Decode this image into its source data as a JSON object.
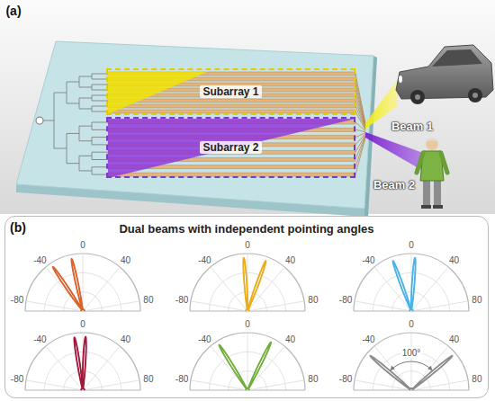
{
  "diagram": {
    "nodes": [
      {
        "text": [
          "Subarray 1"
        ]
      },
      {
        "text": [
          "Subarray 2"
        ]
      },
      {
        "text": [
          "Dual beams with independent pointing angles"
        ]
      }
    ],
    "labels": [
      "(a)",
      "Beam 1",
      "Beam 2",
      "(b)",
      "-80",
      "-40",
      "0",
      "40",
      "80",
      "-80",
      "-40",
      "0",
      "40",
      "80",
      "-80",
      "-40",
      "0",
      "40",
      "80",
      "-80",
      "-40",
      "0",
      "40",
      "80",
      "-80",
      "-40",
      "0",
      "40",
      "80",
      "-80",
      "-40",
      "0",
      "40",
      "80",
      "100°"
    ]
  }
}
